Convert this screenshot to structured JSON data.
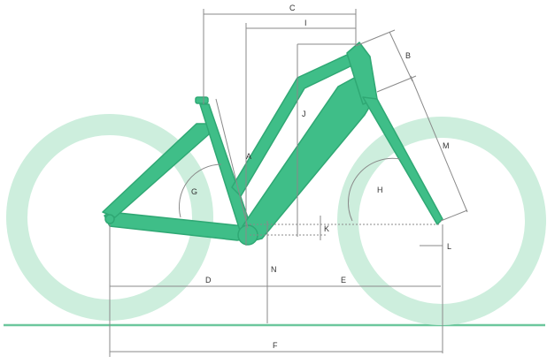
{
  "colors": {
    "wheel": "#cdeedd",
    "frame": "#3fbe88",
    "frame_dark": "#2fa874",
    "ground": "#6cc79d",
    "dimension_line": "#8a8a8a",
    "label": "#333333"
  },
  "dimension_labels": {
    "A": "A",
    "B": "B",
    "C": "C",
    "D": "D",
    "E": "E",
    "F": "F",
    "G": "G",
    "H": "H",
    "I": "I",
    "J": "J",
    "K": "K",
    "L": "L",
    "M": "M",
    "N": "N"
  }
}
